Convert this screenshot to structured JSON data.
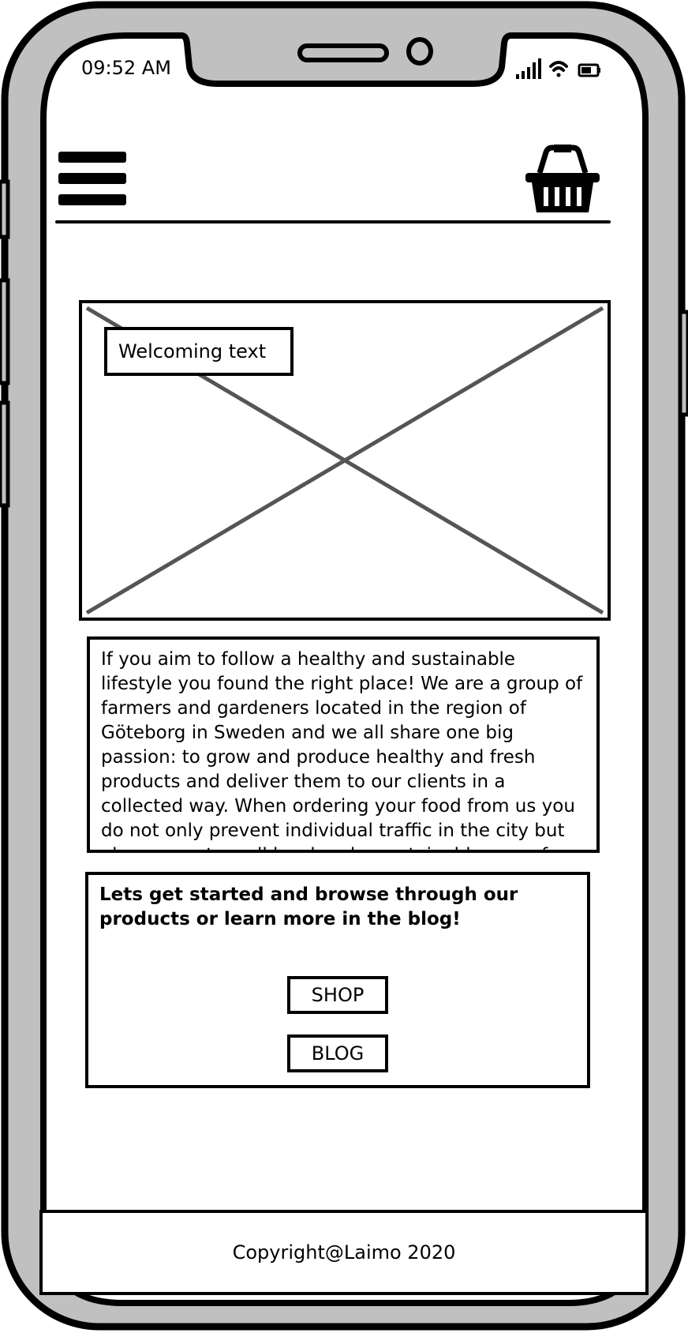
{
  "status_bar": {
    "time": "09:52 AM",
    "icons": [
      "signal-icon",
      "wifi-icon",
      "battery-icon"
    ]
  },
  "header": {
    "menu_icon": "hamburger-menu-icon",
    "cart_icon": "shopping-basket-icon"
  },
  "hero": {
    "image_icon": "image-placeholder-icon",
    "welcome_label": "Welcoming text"
  },
  "intro": {
    "text": "If you aim to follow a healthy and sustainable lifestyle you found the right place! We are a group of farmers and gardeners located in the region of Göteborg in Sweden and we all share one big passion: to grow and produce healthy and fresh products and deliver them to our clients in a collected way. When ordering your food from us you do not only prevent individual traffic in the city but also support small local and a sustainable way of food production."
  },
  "cta": {
    "text": "Lets get started and browse through our products or learn more in the blog!",
    "shop_label": "SHOP",
    "blog_label": "BLOG"
  },
  "footer": {
    "copyright": "Copyright@Laimo 2020"
  },
  "colors": {
    "frame": "#c0c0c0",
    "outline": "#000000",
    "placeholder_cross": "#555555"
  }
}
